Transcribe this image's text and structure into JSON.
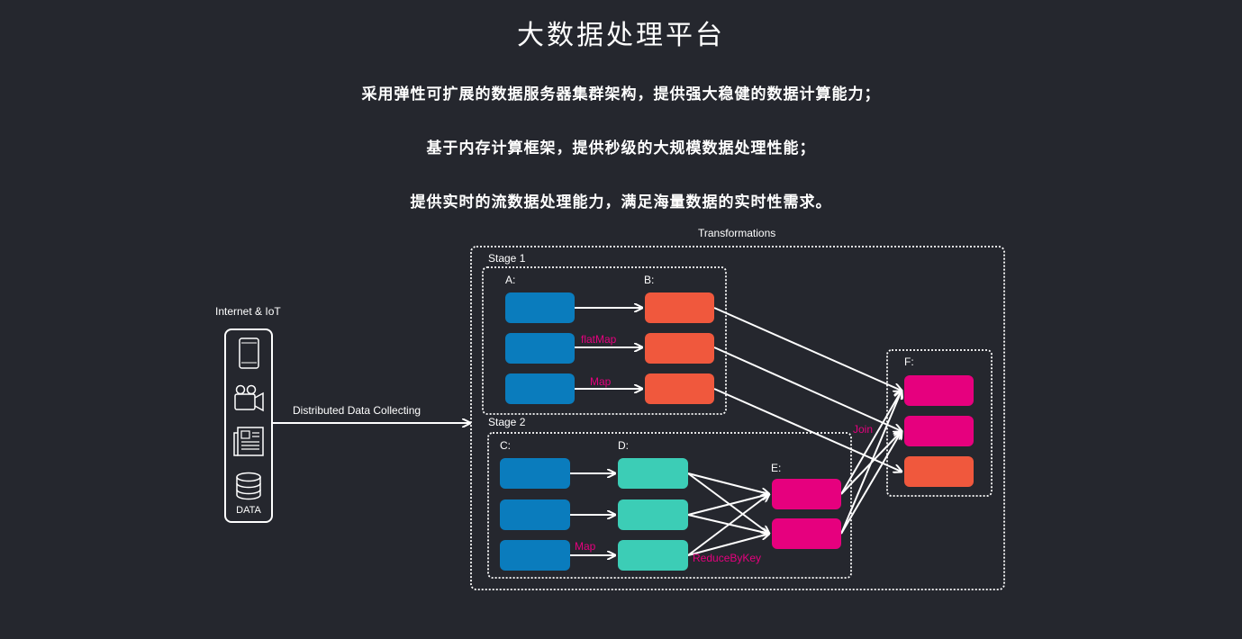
{
  "header": {
    "title": "大数据处理平台",
    "lines": [
      "采用弹性可扩展的数据服务器集群架构，提供强大稳健的数据计算能力；",
      "基于内存计算框架，提供秒级的大规模数据处理性能；",
      "提供实时的流数据处理能力，满足海量数据的实时性需求。"
    ]
  },
  "diagram": {
    "source_label": "Internet & IoT",
    "data_icon_label": "DATA",
    "collect_label": "Distributed Data Collecting",
    "transformations_label": "Transformations",
    "stage1_label": "Stage 1",
    "stage2_label": "Stage 2",
    "rdd_labels": {
      "a": "A:",
      "b": "B:",
      "c": "C:",
      "d": "D:",
      "e": "E:",
      "f": "F:"
    },
    "ops": {
      "flatmap": "flatMap",
      "map1": "Map",
      "map2": "Map",
      "reducebykey": "ReduceByKey",
      "join": "Join"
    },
    "icons": [
      "phone-icon",
      "camera-icon",
      "newspaper-icon",
      "database-icon"
    ],
    "colors": {
      "background": "#25272e",
      "blue": "#0a7cbd",
      "orange": "#f0583d",
      "teal": "#3ccdb6",
      "magenta": "#e6007e",
      "op_text": "#e6007e"
    }
  }
}
